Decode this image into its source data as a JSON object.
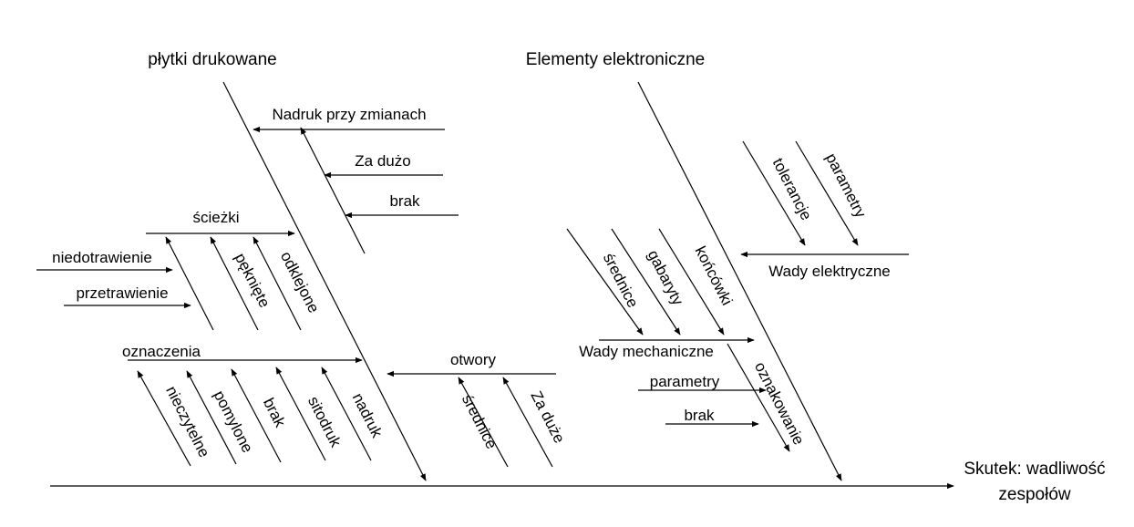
{
  "effect": {
    "line1": "Skutek: wadliwość",
    "line2": "zespołów"
  },
  "categories": {
    "pcb": "płytki drukowane",
    "electronic": "Elementy elektroniczne"
  },
  "pcb": {
    "nadruk_zmiany": "Nadruk przy zmianach",
    "za_duzo": "Za dużo",
    "brak": "brak",
    "sciezki": {
      "label": "ścieżki",
      "niedotrawienie": "niedotrawienie",
      "przetrawienie": "przetrawienie",
      "pekniete": "pęknięte",
      "odklejone": "odklejone"
    },
    "oznaczenia": {
      "label": "oznaczenia",
      "nieczytelne": "nieczytelne",
      "pomylone": "pomylone",
      "brak": "brak",
      "sitodruk": "sitodruk",
      "nadruk": "nadruk"
    },
    "otwory": {
      "label": "otwory",
      "srednice": "średnice",
      "za_duze": "Za duże"
    }
  },
  "electronic": {
    "wady_elektryczne": {
      "label": "Wady elektryczne",
      "tolerancje": "tolerancje",
      "parametry": "parametry"
    },
    "wady_mechaniczne": {
      "label": "Wady mechaniczne",
      "srednice": "średnice",
      "gabaryty": "gabaryty",
      "koncowki": "końcówki"
    },
    "oznakowanie": {
      "label": "oznakowanie",
      "parametry": "parametry",
      "brak": "brak"
    }
  }
}
